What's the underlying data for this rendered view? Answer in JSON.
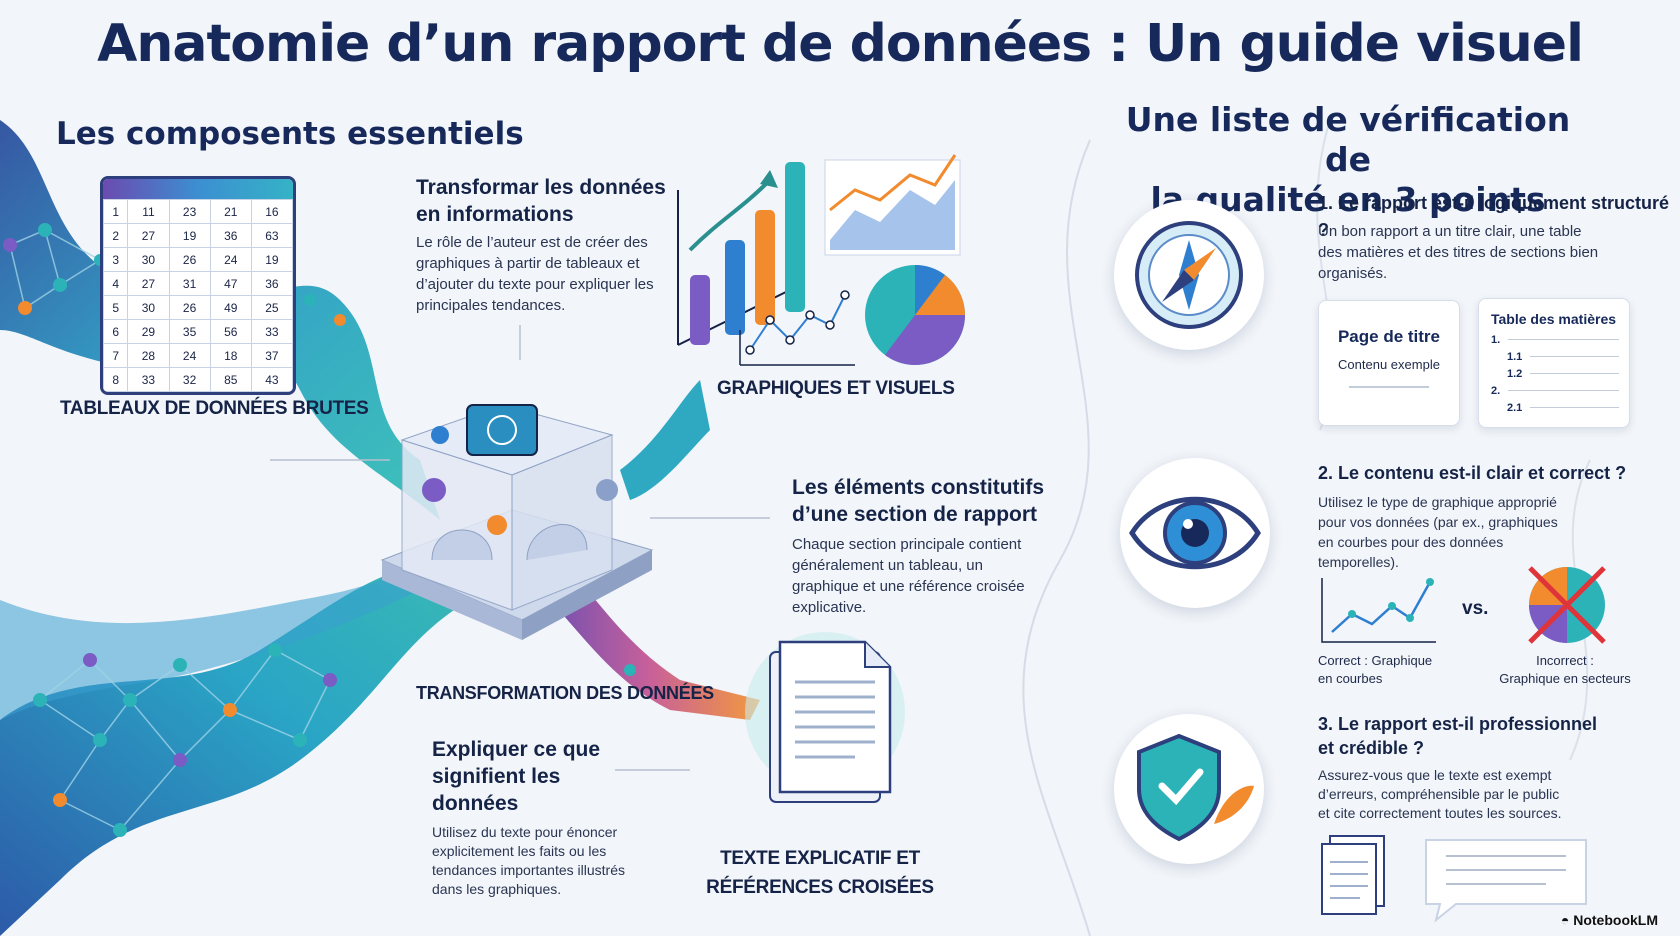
{
  "title": "Anatomie d’un rapport de données : Un guide visuel",
  "left": {
    "heading": "Les composents essentiels",
    "table": {
      "rows": [
        [
          "1",
          "11",
          "23",
          "21",
          "16"
        ],
        [
          "2",
          "27",
          "19",
          "36",
          "63"
        ],
        [
          "3",
          "30",
          "26",
          "24",
          "19"
        ],
        [
          "4",
          "27",
          "31",
          "47",
          "36"
        ],
        [
          "5",
          "30",
          "26",
          "49",
          "25"
        ],
        [
          "6",
          "29",
          "35",
          "56",
          "33"
        ],
        [
          "7",
          "28",
          "24",
          "18",
          "37"
        ],
        [
          "8",
          "33",
          "32",
          "85",
          "43"
        ]
      ],
      "caption": "TABLEAUX DE DONNÉES BRUTES"
    },
    "transform": {
      "title_line1": "Transformar les données",
      "title_line2": "en informations",
      "body": "Le rôle de l’auteur est de créer des graphiques à partir de tableaux et d’ajouter du texte pour expliquer les principales tendances."
    },
    "graphics_caption": "GRAPHIQUES ET VISUELS",
    "hub_caption": "TRANSFORMATION DES DONNÉES",
    "section": {
      "title_line1": "Les éléments constitutifs",
      "title_line2": "d’une section de rapport",
      "body": "Chaque section principale contient généralement un tableau, un graphique et une référence croisée explicative."
    },
    "explain": {
      "title_line1": "Expliquer ce que",
      "title_line2": "signifient les données",
      "body": "Utilisez du texte pour énoncer explicitement les faits ou les tendances importantes illustrés dans les graphiques."
    },
    "text_caption_line1": "TEXTE EXPLICATIF ET",
    "text_caption_line2": "RÉFÉRENCES CROISÉES"
  },
  "right": {
    "heading_line1": "Une liste de vérification de",
    "heading_line2": "la qualité en 3 points",
    "items": [
      {
        "title": "1. Le rapport est-il logiquement structuré ?",
        "body": "Un bon rapport a un titre clair, une table des matières et des titres de sections bien organisés.",
        "icon": "compass-icon"
      },
      {
        "title": "2. Le contenu est-il clair et correct ?",
        "body": "Utilisez le type de graphique approprié pour vos données (par ex., graphiques en courbes pour des données temporelles).",
        "icon": "eye-icon"
      },
      {
        "title_line1": "3. Le rapport est-il professionnel",
        "title_line2": "et crédible ?",
        "body": "Assurez-vous que le texte est exempt d’erreurs, compréhensible par le public et cite correctement toutes les sources.",
        "icon": "shield-check-icon"
      }
    ],
    "title_page": {
      "title": "Page de titre",
      "subtitle": "Contenu exemple"
    },
    "toc": {
      "title": "Table des matières",
      "entries": [
        "1.",
        "1.1",
        "1.2",
        "2.",
        "2.1"
      ]
    },
    "correct_line1": "Correct : Graphique",
    "correct_line2": "en courbes",
    "versus": "vs.",
    "incorrect_line1": "Incorrect :",
    "incorrect_line2": "Graphique en secteurs"
  },
  "brand": "NotebookLM",
  "colors": {
    "navy": "#17295a",
    "teal": "#2bb3b8",
    "purple": "#7a5cc4",
    "orange": "#f28a2e",
    "blue": "#2f7fd1",
    "red": "#e0343b"
  }
}
